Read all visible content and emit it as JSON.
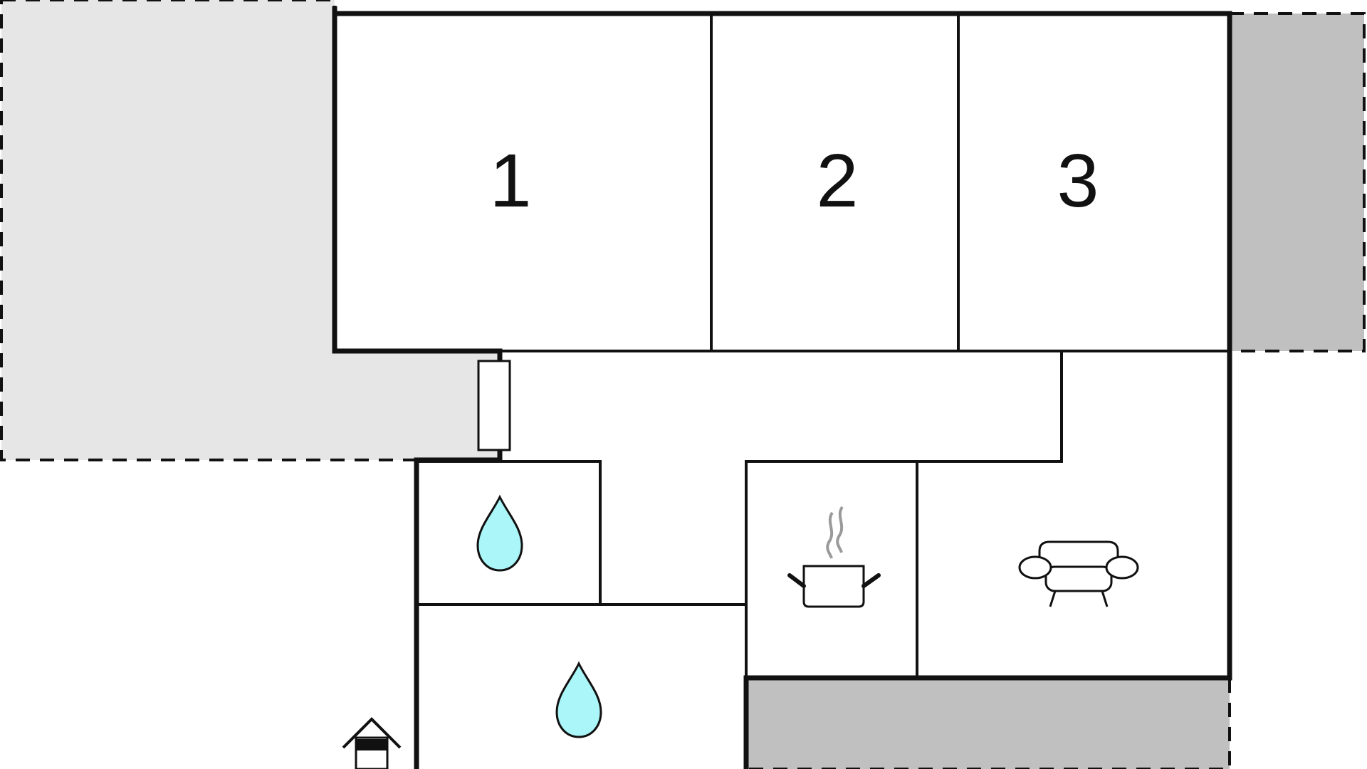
{
  "rooms": [
    {
      "label": "1"
    },
    {
      "label": "2"
    },
    {
      "label": "3"
    }
  ],
  "icons": [
    {
      "name": "bathroom-water-drop-icon",
      "meaning": "bathroom"
    },
    {
      "name": "bathroom-water-drop-icon",
      "meaning": "bathroom"
    },
    {
      "name": "kitchen-pot-icon",
      "meaning": "kitchen"
    },
    {
      "name": "living-room-sofa-icon",
      "meaning": "living room"
    },
    {
      "name": "entrance-house-icon",
      "meaning": "entrance"
    }
  ],
  "colors": {
    "wall": "#111111",
    "terrace_light": "#e6e6e6",
    "terrace_dark": "#c0c0c0",
    "water_drop": "#aaf6f8",
    "steam": "#9a9a9a",
    "background": "#ffffff"
  }
}
